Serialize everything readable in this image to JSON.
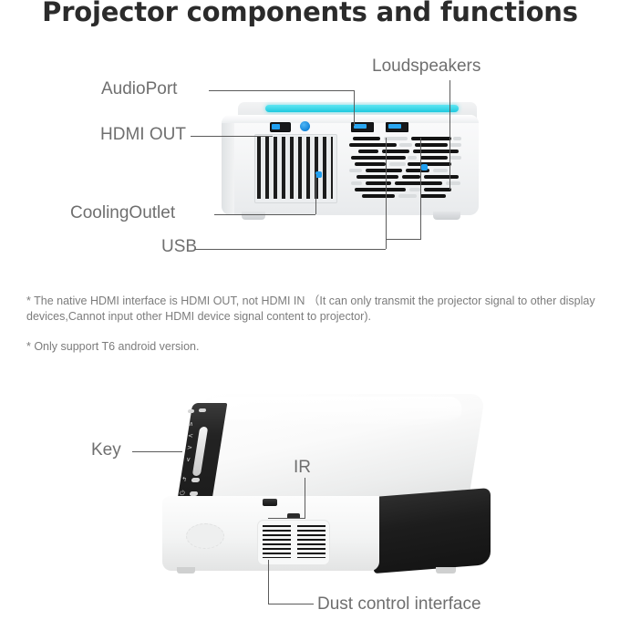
{
  "page": {
    "title": "Projector components and functions"
  },
  "colors": {
    "title": "#2b2b2b",
    "label": "#6f6f6f",
    "leader_line": "#5b5b5b",
    "note": "#7c7c7c",
    "accent_cyan": "#2dd8e8",
    "accent_blue": "#1f9ff0",
    "body_white": "#f4f5f6",
    "panel_black": "#1b1b1b"
  },
  "diagram_top": {
    "name": "projector-front-view",
    "labels": [
      {
        "id": "audioport",
        "text": "AudioPort"
      },
      {
        "id": "hdmiout",
        "text": "HDMI OUT"
      },
      {
        "id": "loudspeakers",
        "text": "Loudspeakers"
      },
      {
        "id": "coolingoutlet",
        "text": "CoolingOutlet"
      },
      {
        "id": "usb",
        "text": "USB"
      }
    ],
    "parts": [
      "cyan-light-strip",
      "cooling-slots",
      "speaker-grille",
      "hdmi-port",
      "audio-port",
      "usb-port-1",
      "usb-port-2"
    ]
  },
  "diagram_bottom": {
    "name": "projector-top-view",
    "labels": [
      {
        "id": "key",
        "text": "Key"
      },
      {
        "id": "ir",
        "text": "IR"
      },
      {
        "id": "dust",
        "text": "Dust control interface"
      }
    ],
    "parts": [
      "keypad-panel",
      "light-strip",
      "ir-receiver",
      "dust-filter-grille",
      "lens-area",
      "black-side-panel"
    ]
  },
  "notes": {
    "note_1": "* The native HDMI interface is HDMI OUT, not HDMI IN （It can only transmit the projector signal to other display devices,Cannot input other HDMI device signal content to projector).",
    "note_2": "* Only support T6 android version."
  }
}
